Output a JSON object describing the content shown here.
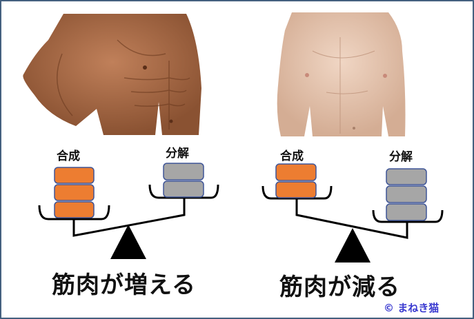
{
  "panels": [
    {
      "id": "left",
      "photo": "muscular-torso",
      "skin_color": "#a5683f",
      "labels": {
        "synthesis": "合成",
        "breakdown": "分解"
      },
      "synthesis_blocks": 3,
      "breakdown_blocks": 2,
      "caption": "筋肉が増える"
    },
    {
      "id": "right",
      "photo": "thin-torso",
      "skin_color": "#e4c4ae",
      "labels": {
        "synthesis": "合成",
        "breakdown": "分解"
      },
      "synthesis_blocks": 2,
      "breakdown_blocks": 3,
      "caption": "筋肉が減る"
    }
  ],
  "colors": {
    "synthesis_block": "#ed7d31",
    "breakdown_block": "#a6a6a6",
    "block_border": "#3f5597",
    "frame_border": "#44607f",
    "credit": "#3a3ad0"
  },
  "credit": "© まねき猫"
}
